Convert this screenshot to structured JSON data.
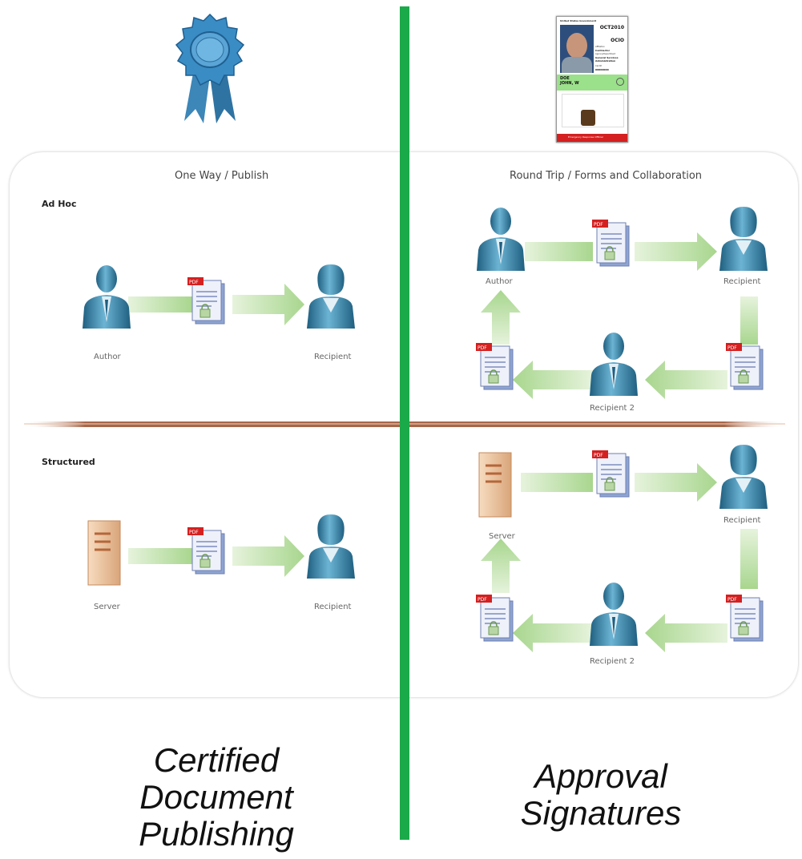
{
  "left_column": {
    "heading": "One Way / Publish",
    "ad_hoc": {
      "section_label": "Ad Hoc",
      "sender": "Author",
      "receiver": "Recipient"
    },
    "structured": {
      "section_label": "Structured",
      "sender": "Server",
      "receiver": "Recipient"
    },
    "caption": [
      "Certified",
      "Document",
      "Publishing"
    ]
  },
  "right_column": {
    "heading": "Round Trip / Forms and Collaboration",
    "top_loop": {
      "start": "Author",
      "end": "Recipient",
      "middle": "Recipient 2"
    },
    "bottom_loop": {
      "start": "Server",
      "end": "Recipient",
      "middle": "Recipient 2"
    },
    "caption": [
      "Approval",
      "Signatures"
    ]
  },
  "id_card": {
    "issuer": "United States Government",
    "expires": "OCT2010",
    "agency": "OCIO",
    "affiliation_label": "Affiliation",
    "affiliation": "Contractor",
    "org_label": "Agency/Department",
    "org": "General Services Administration",
    "card_number_label": "Card#",
    "card_number": "00000000",
    "name_last": "DOE",
    "name_first": "JOHN, W",
    "role": "Emergency Response Official"
  },
  "doc_badge": "PDF",
  "colors": {
    "divider_vertical": "#1aaa4a",
    "divider_horizontal": "#a8674a",
    "arrow": "#b5dca0",
    "person": "#2e7fa3",
    "card_green": "#9be08a",
    "card_red": "#d42020"
  }
}
